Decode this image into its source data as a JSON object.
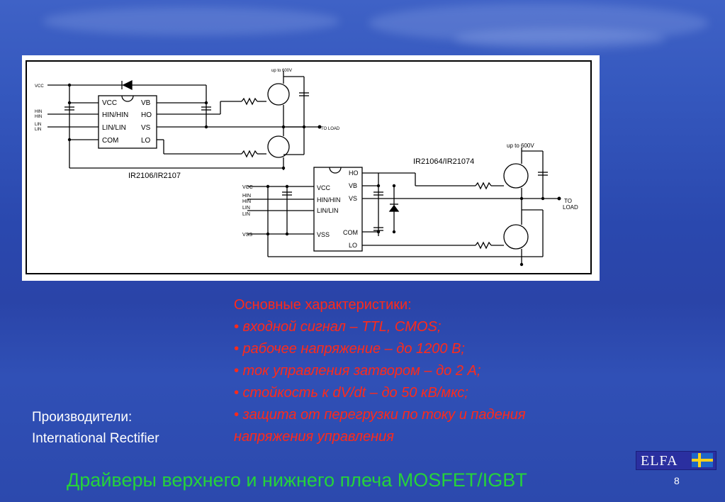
{
  "diagram": {
    "left_chip": {
      "pins_left": [
        "VCC",
        "HIN/HIN",
        "LIN/LIN",
        "COM"
      ],
      "pins_right": [
        "VB",
        "HO",
        "VS",
        "LO"
      ],
      "caption": "IR2106/IR2107"
    },
    "right_chip": {
      "pins_left": [
        "VCC",
        "HIN/HIN",
        "LIN/LIN",
        "VSS"
      ],
      "pins_right": [
        "HO",
        "VB",
        "VS",
        "COM",
        "LO"
      ],
      "caption": "IR21064/IR21074"
    },
    "left_inputs": [
      "VCC",
      "HIN",
      "HIN",
      "LIN",
      "LIN"
    ],
    "right_inputs": [
      "VCC",
      "HIN",
      "HIN",
      "LIN",
      "LIN",
      "VSS"
    ],
    "left_supply": "up to 600V",
    "right_supply": "up to 600V",
    "left_load": "TO LOAD",
    "right_load_1": "TO",
    "right_load_2": "LOAD"
  },
  "features": {
    "heading": "Основные характеристики:",
    "items": [
      "• входной сигнал – TTL, CMOS;",
      "• рабочее напряжение – до 1200 В;",
      "• ток управления затвором – до 2 А;",
      "• стойкость к dV/dt – до 50 кВ/мкс;",
      "• защита от перегрузки по току и падения",
      "напряжения управления"
    ]
  },
  "manufacturers": {
    "label": "Производители:",
    "name": "International Rectifier"
  },
  "slide_title": "Драйверы верхнего и нижнего плеча MOSFET/IGBT",
  "page_number": "8",
  "logo": {
    "text": "ELFA",
    "flag_colors": [
      "#1f66c9",
      "#ffd21a"
    ]
  }
}
